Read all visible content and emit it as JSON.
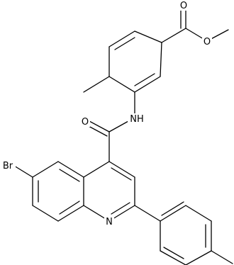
{
  "molecule": {
    "atom_labels": {
      "carbonyl_o_ester": "O",
      "ether_o_ester": "O",
      "amide_o": "O",
      "amide_nh": "NH",
      "bromine": "Br",
      "quinoline_n": "N"
    }
  }
}
